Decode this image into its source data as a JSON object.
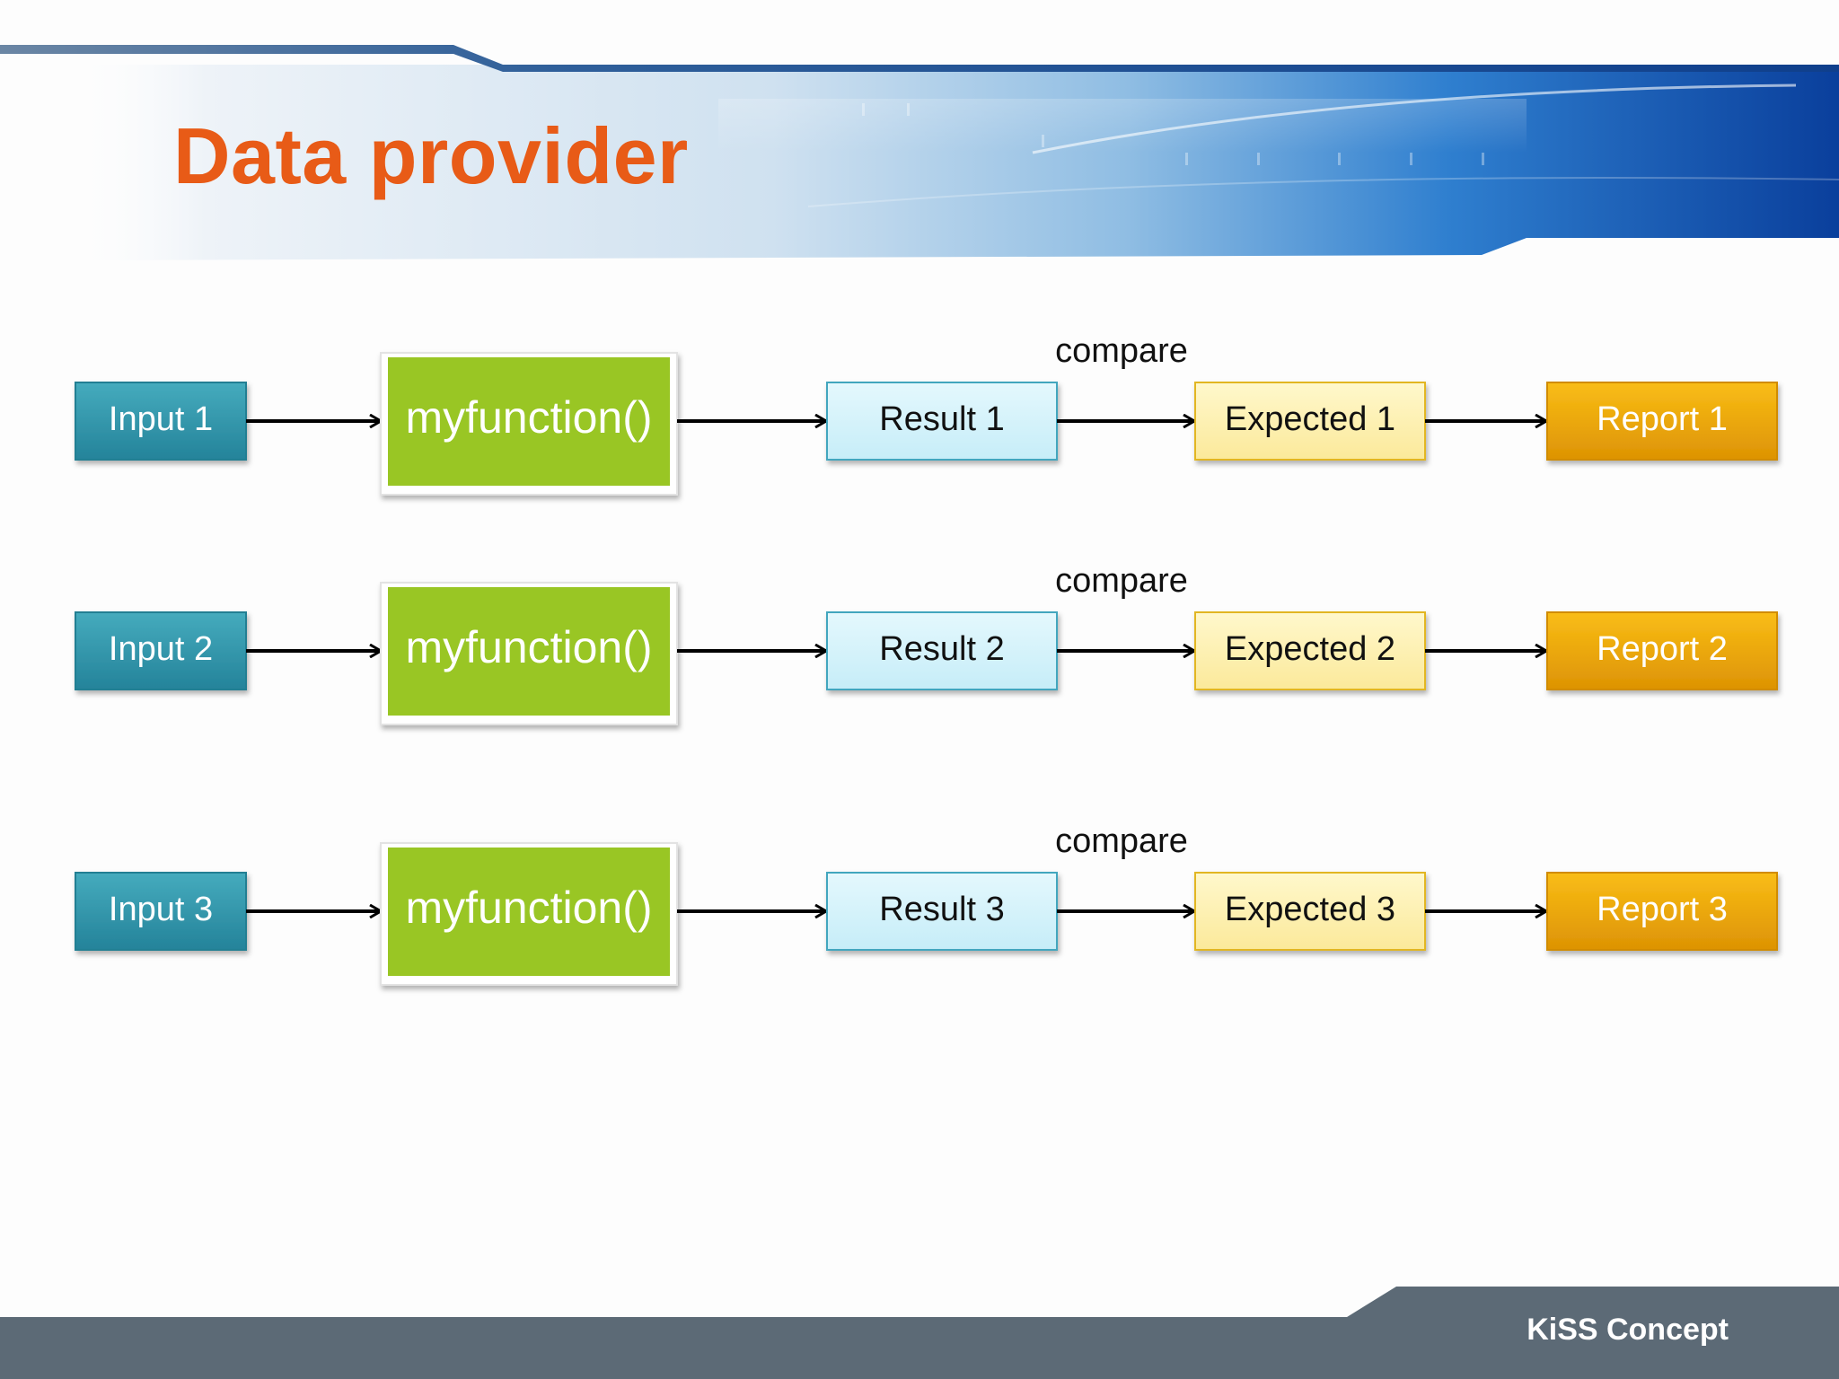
{
  "slide": {
    "title": "Data provider",
    "footer": "KiSS Concept"
  },
  "colors": {
    "title": "#e85b17",
    "input": "#2e95a8",
    "function": "#99c624",
    "result_fill": "#d7f4fb",
    "result_border": "#43a6be",
    "expected_fill": "#fdf3b8",
    "expected_border": "#e2b624",
    "report": "#e9a40a",
    "footer": "#5c6a76"
  },
  "rows": [
    {
      "input": "Input 1",
      "function": "myfunction()",
      "result": "Result 1",
      "compare": "compare",
      "expected": "Expected 1",
      "report": "Report 1"
    },
    {
      "input": "Input 2",
      "function": "myfunction()",
      "result": "Result 2",
      "compare": "compare",
      "expected": "Expected 2",
      "report": "Report 2"
    },
    {
      "input": "Input 3",
      "function": "myfunction()",
      "result": "Result 3",
      "compare": "compare",
      "expected": "Expected 3",
      "report": "Report 3"
    }
  ]
}
